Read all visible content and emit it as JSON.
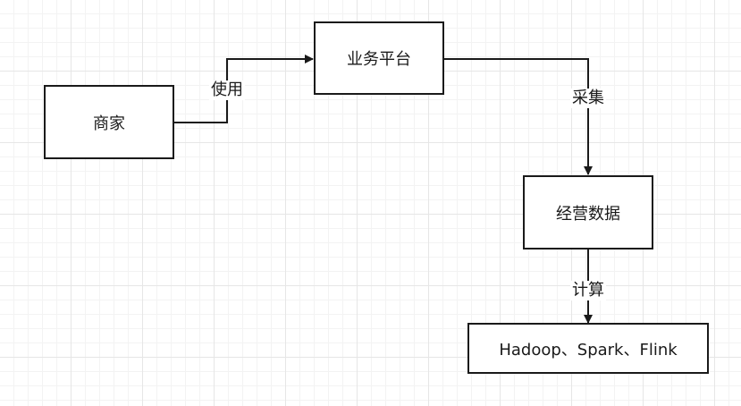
{
  "diagram": {
    "nodes": {
      "merchant": {
        "label": "商家"
      },
      "platform": {
        "label": "业务平台"
      },
      "operating_data": {
        "label": "经营数据"
      },
      "compute_engines": {
        "label": "Hadoop、Spark、Flink"
      }
    },
    "edges": {
      "use": {
        "label": "使用"
      },
      "collect": {
        "label": "采集"
      },
      "compute": {
        "label": "计算"
      }
    }
  },
  "colors": {
    "stroke": "#1a1a1a",
    "grid_major": "#e6e6e6",
    "grid_minor": "#f3f3f3",
    "background": "#ffffff"
  }
}
